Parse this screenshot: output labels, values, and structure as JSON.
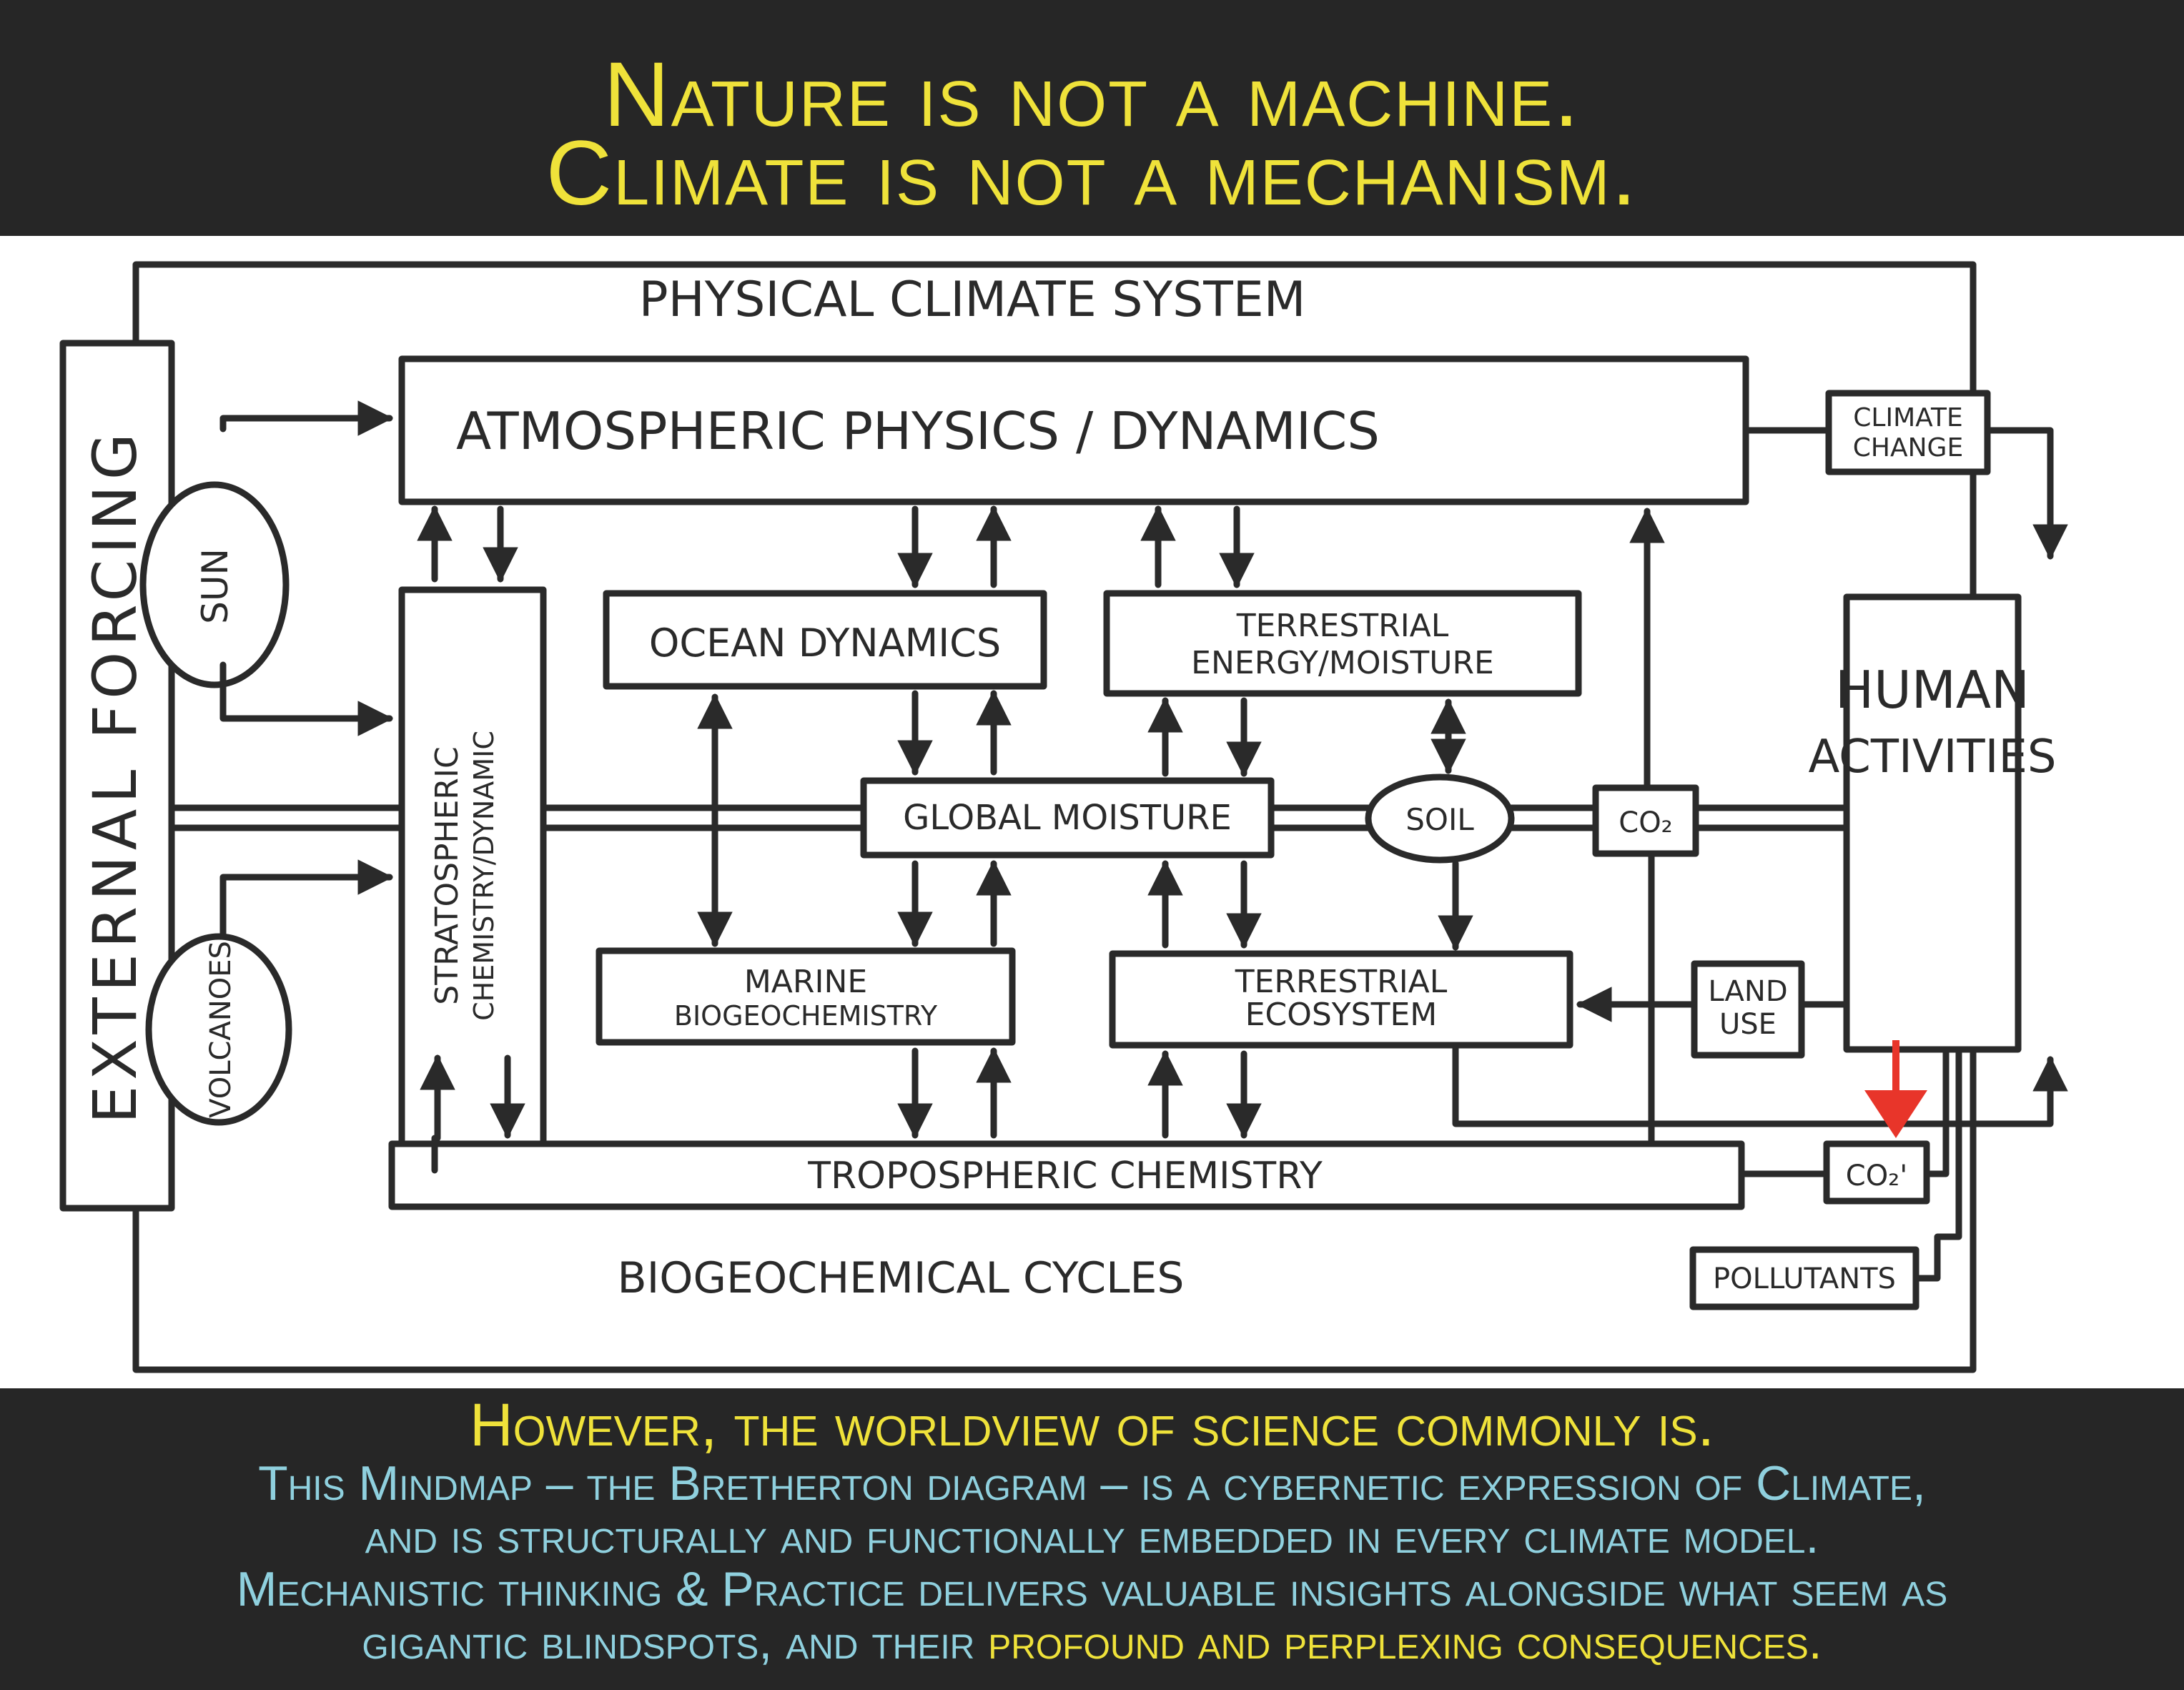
{
  "header": {
    "line1": "Nature is not a machine.",
    "line2": "Climate is not a mechanism."
  },
  "diagram": {
    "outer_label": "PHYSICAL CLIMATE SYSTEM",
    "bottom_label": "BIOGEOCHEMICAL CYCLES",
    "external_forcing": "EXTERNAL FORCING",
    "sun": "SUN",
    "volcanoes": "VOLCANOES",
    "stratospheric": [
      "STRATOSPHERIC",
      "CHEMISTRY/DYNAMIC"
    ],
    "atmospheric": "ATMOSPHERIC  PHYSICS / DYNAMICS",
    "ocean": "OCEAN DYNAMICS",
    "terrestrial_energy": [
      "TERRESTRIAL",
      "ENERGY/MOISTURE"
    ],
    "global_moisture": "GLOBAL MOISTURE",
    "soil": "SOIL",
    "co2": "CO₂",
    "co2_prime": "CO₂'",
    "marine": [
      "MARINE",
      "BIOGEOCHEMISTRY"
    ],
    "terrestrial_ecosystem": [
      "TERRESTRIAL",
      "ECOSYSTEM"
    ],
    "land_use": [
      "LAND",
      "USE"
    ],
    "tropospheric": "TROPOSPHERIC  CHEMISTRY",
    "climate_change": [
      "CLIMATE",
      "CHANGE"
    ],
    "human_activities": [
      "HUMAN",
      "ACTIVITIES"
    ],
    "pollutants": "POLLUTANTS",
    "colors": {
      "ink": "#2a2a2a",
      "highlight_arrow": "#e8352a"
    }
  },
  "footer": {
    "line1": "However, the worldview of science commonly is.",
    "line2": "This Mindmap – the Bretherton diagram – is a cybernetic expression of Climate,",
    "line3": "and is structurally and functionally embedded in every climate model.",
    "line4": "Mechanistic thinking & Practice delivers valuable insights alongside what seem as",
    "line5_start": "gigantic blindspots, and their ",
    "line5_end": "profound and  perplexing consequences."
  }
}
